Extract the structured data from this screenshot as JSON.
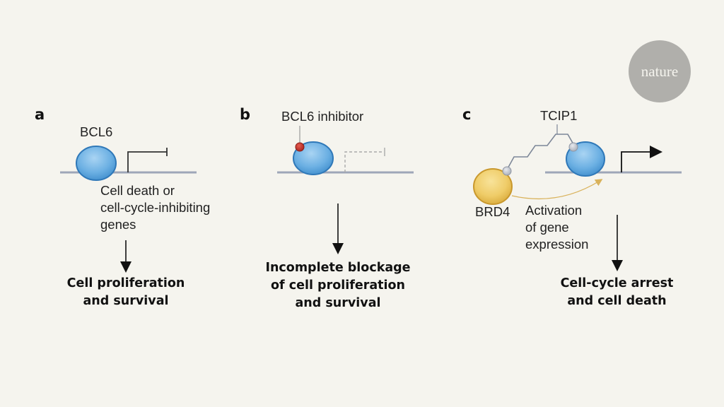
{
  "logo": {
    "text": "nature"
  },
  "panels": [
    {
      "id": "a",
      "label": "a",
      "protein_label": "BCL6",
      "gene_label": [
        "Cell death or",
        "cell-cycle-inhibiting",
        "genes"
      ],
      "promoter_state": "repressed",
      "outcome": [
        "Cell proliferation",
        "and survival"
      ]
    },
    {
      "id": "b",
      "label": "b",
      "inhibitor_label": "BCL6 inhibitor",
      "promoter_state": "partially repressed",
      "outcome": [
        "Incomplete blockage",
        "of cell proliferation",
        "and survival"
      ]
    },
    {
      "id": "c",
      "label": "c",
      "linker_label": "TCIP1",
      "partner_label": "BRD4",
      "activation_label": [
        "Activation",
        "of gene",
        "expression"
      ],
      "promoter_state": "active",
      "outcome": [
        "Cell-cycle arrest",
        "and cell death"
      ]
    }
  ],
  "colors": {
    "background": "#f5f4ee",
    "dna": "#9ea6b8",
    "bcl6": "#5aa6de",
    "brd4": "#eac45a",
    "inhibitor": "#c8352e",
    "linker": "#7d8798",
    "activation_arrow": "#d9b25b"
  }
}
